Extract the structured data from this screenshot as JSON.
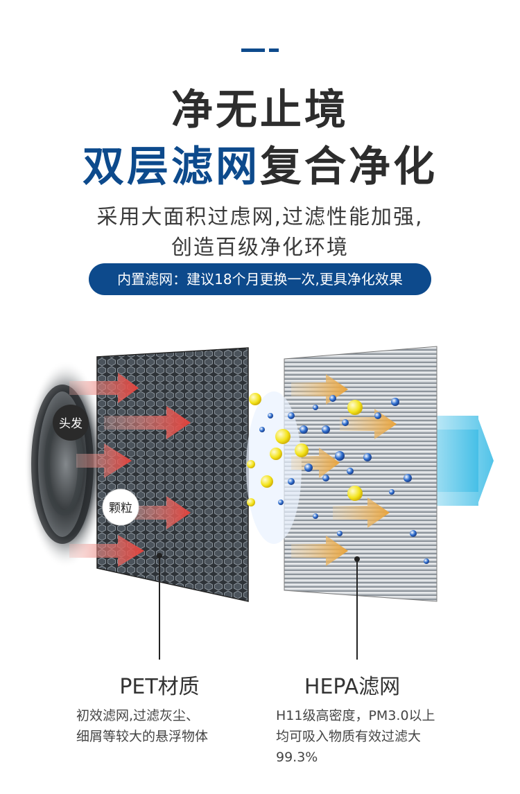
{
  "header": {
    "title_line1": "净无止境",
    "title_line2_highlight": "双层滤网",
    "title_line2_rest": "复合净化",
    "subtitle_line1": "采用大面积过虑网,过滤性能加强,",
    "subtitle_line2": "创造百级净化环境",
    "badge": "内置滤网：建议18个月更换一次,更具净化效果"
  },
  "illustration": {
    "tag_hair": "头发",
    "tag_particle": "颗粒"
  },
  "filters": [
    {
      "name": "PET材质",
      "desc_lines": [
        "初效滤网,过滤灰尘、",
        "细屑等较大的悬浮物体"
      ]
    },
    {
      "name": "HEPA滤网",
      "desc_lines": [
        "H11级高密度，PM3.0以上",
        "均可吸入物质有效过滤大",
        "99.3%"
      ]
    }
  ],
  "colors": {
    "brand_blue": "#0d4a8c",
    "arrow_red": "#e0403a",
    "arrow_orange": "#e8a33b",
    "arrow_cyan": "#4cc3e6"
  }
}
